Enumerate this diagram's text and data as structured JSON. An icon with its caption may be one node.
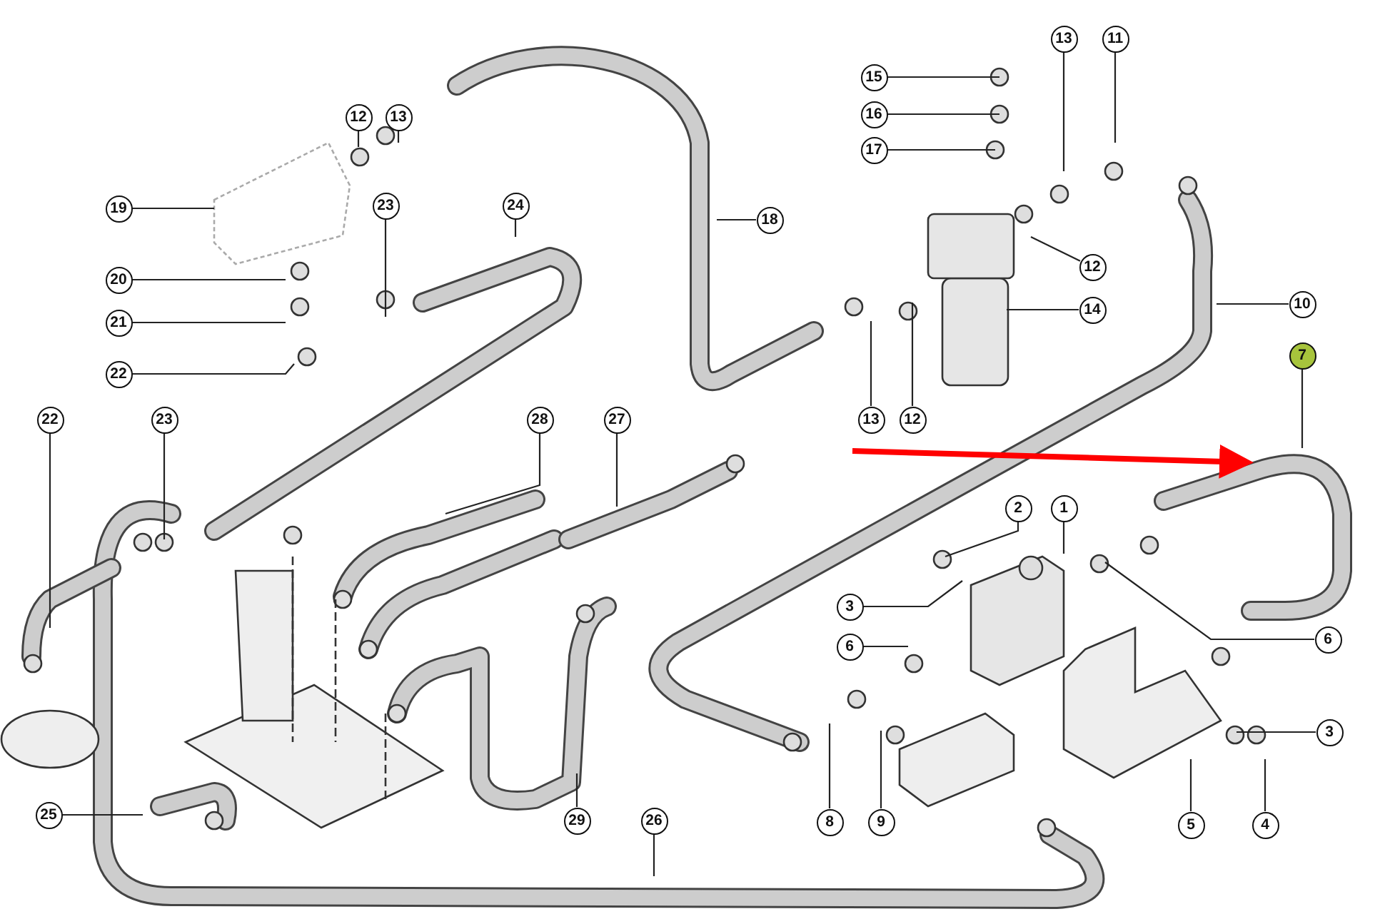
{
  "diagram": {
    "nodes": [
      {
        "text": [
          "12"
        ]
      },
      {
        "text": [
          "13"
        ]
      },
      {
        "text": [
          "19"
        ]
      },
      {
        "text": [
          "20"
        ]
      },
      {
        "text": [
          "21"
        ]
      },
      {
        "text": [
          "22"
        ]
      },
      {
        "text": [
          "23"
        ]
      },
      {
        "text": [
          "24"
        ]
      },
      {
        "text": [
          "18"
        ]
      },
      {
        "text": [
          "15"
        ]
      },
      {
        "text": [
          "16"
        ]
      },
      {
        "text": [
          "17"
        ]
      },
      {
        "text": [
          "13"
        ]
      },
      {
        "text": [
          "11"
        ]
      },
      {
        "text": [
          "12"
        ]
      },
      {
        "text": [
          "14"
        ]
      },
      {
        "text": [
          "10"
        ]
      },
      {
        "text": [
          "7"
        ]
      },
      {
        "text": [
          "13"
        ]
      },
      {
        "text": [
          "12"
        ]
      },
      {
        "text": [
          "22"
        ]
      },
      {
        "text": [
          "23"
        ]
      },
      {
        "text": [
          "28"
        ]
      },
      {
        "text": [
          "27"
        ]
      },
      {
        "text": [
          "2"
        ]
      },
      {
        "text": [
          "1"
        ]
      },
      {
        "text": [
          "3"
        ]
      },
      {
        "text": [
          "6"
        ]
      },
      {
        "text": [
          "6"
        ]
      },
      {
        "text": [
          "8"
        ]
      },
      {
        "text": [
          "9"
        ]
      },
      {
        "text": [
          "5"
        ]
      },
      {
        "text": [
          "3"
        ]
      },
      {
        "text": [
          "4"
        ]
      },
      {
        "text": [
          "25"
        ]
      },
      {
        "text": [
          "29"
        ]
      },
      {
        "text": [
          "26"
        ]
      },
      {
        "text": [],
        "shape": "picture"
      }
    ],
    "edges": [
      {
        "from": 0,
        "to": null,
        "arrow": "none"
      },
      {
        "from": 1,
        "to": null,
        "arrow": "none"
      },
      {
        "from": 2,
        "to": null,
        "arrow": "none"
      },
      {
        "from": 3,
        "to": null,
        "arrow": "none"
      },
      {
        "from": 4,
        "to": null,
        "arrow": "none"
      },
      {
        "from": 5,
        "to": null,
        "arrow": "none"
      },
      {
        "from": 6,
        "to": null,
        "arrow": "none"
      },
      {
        "from": 7,
        "to": null,
        "arrow": "none"
      },
      {
        "from": 8,
        "to": null,
        "arrow": "none"
      },
      {
        "from": 9,
        "to": null,
        "arrow": "none"
      },
      {
        "from": 10,
        "to": null,
        "arrow": "none"
      },
      {
        "from": 11,
        "to": null,
        "arrow": "none"
      },
      {
        "from": 12,
        "to": null,
        "arrow": "none"
      },
      {
        "from": 13,
        "to": null,
        "arrow": "none"
      },
      {
        "from": 14,
        "to": null,
        "arrow": "none"
      },
      {
        "from": 15,
        "to": null,
        "arrow": "none"
      },
      {
        "from": 16,
        "to": null,
        "arrow": "none"
      },
      {
        "from": 17,
        "to": 37,
        "arrow": "none"
      },
      {
        "from": 18,
        "to": null,
        "arrow": "none"
      },
      {
        "from": 19,
        "to": null,
        "arrow": "none"
      },
      {
        "from": 20,
        "to": null,
        "arrow": "none"
      },
      {
        "from": 21,
        "to": null,
        "arrow": "none"
      },
      {
        "from": 22,
        "to": null,
        "arrow": "none"
      },
      {
        "from": 23,
        "to": null,
        "arrow": "none"
      },
      {
        "from": 24,
        "to": null,
        "arrow": "none"
      },
      {
        "from": 25,
        "to": null,
        "arrow": "none"
      },
      {
        "from": 26,
        "to": null,
        "arrow": "none"
      },
      {
        "from": 27,
        "to": null,
        "arrow": "none"
      },
      {
        "from": 28,
        "to": null,
        "arrow": "none"
      },
      {
        "from": 29,
        "to": null,
        "arrow": "none"
      },
      {
        "from": 30,
        "to": null,
        "arrow": "none"
      },
      {
        "from": 31,
        "to": null,
        "arrow": "none"
      },
      {
        "from": 32,
        "to": null,
        "arrow": "none"
      },
      {
        "from": 33,
        "to": null,
        "arrow": "none"
      },
      {
        "from": 34,
        "to": null,
        "arrow": "none"
      },
      {
        "from": 35,
        "to": null,
        "arrow": "none"
      },
      {
        "from": 36,
        "to": null,
        "arrow": "none"
      },
      {
        "from": null,
        "to": 37,
        "arrow": "to",
        "style": "thick",
        "color": "#ff0000"
      }
    ]
  }
}
